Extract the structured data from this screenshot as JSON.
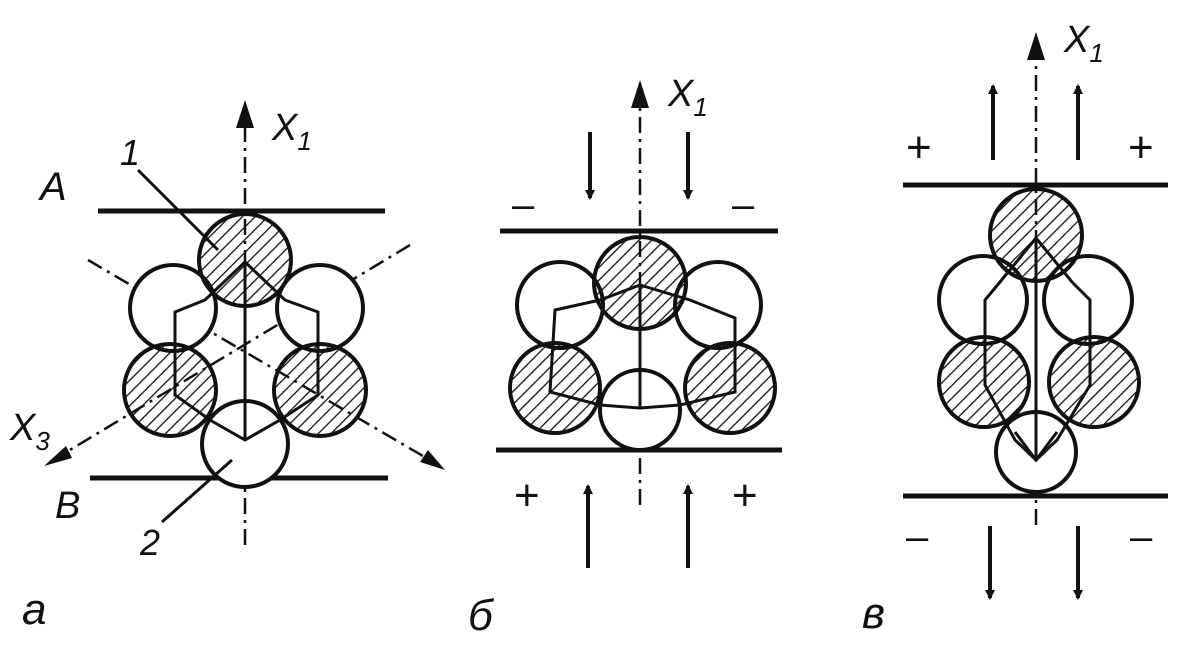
{
  "axes": {
    "x1": "X",
    "x1_sub": "1",
    "x3": "X",
    "x3_sub": "3"
  },
  "labels": {
    "A": "A",
    "B": "B",
    "one": "1",
    "two": "2"
  },
  "panels": [
    {
      "caption": "а"
    },
    {
      "caption": "б",
      "top_sign": "–",
      "bottom_sign": "+"
    },
    {
      "caption": "в",
      "top_sign": "+",
      "bottom_sign": "–"
    }
  ]
}
